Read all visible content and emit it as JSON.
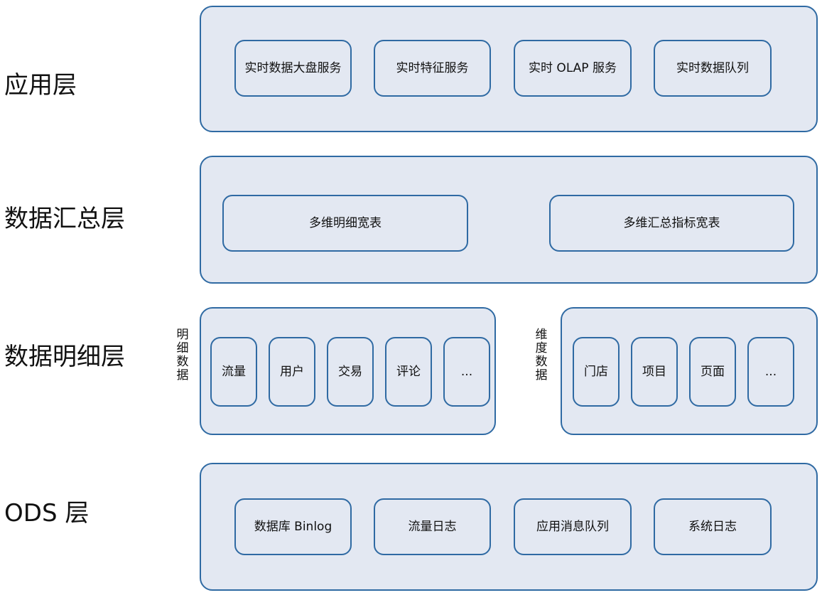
{
  "layers": {
    "app": "应用层",
    "summary": "数据汇总层",
    "detail": "数据明细层",
    "ods": "ODS 层"
  },
  "app_layer": {
    "items": [
      "实时数据大盘服务",
      "实时特征服务",
      "实时 OLAP 服务",
      "实时数据队列"
    ]
  },
  "summary_layer": {
    "items": [
      "多维明细宽表",
      "多维汇总指标宽表"
    ]
  },
  "detail_layer": {
    "detail_data_label": [
      "明",
      "细",
      "数",
      "据"
    ],
    "detail_items": [
      "流量",
      "用户",
      "交易",
      "评论",
      "..."
    ],
    "dimension_data_label": [
      "维",
      "度",
      "数",
      "据"
    ],
    "dimension_items": [
      "门店",
      "项目",
      "页面",
      "..."
    ]
  },
  "ods_layer": {
    "items": [
      "数据库 Binlog",
      "流量日志",
      "应用消息队列",
      "系统日志"
    ]
  }
}
